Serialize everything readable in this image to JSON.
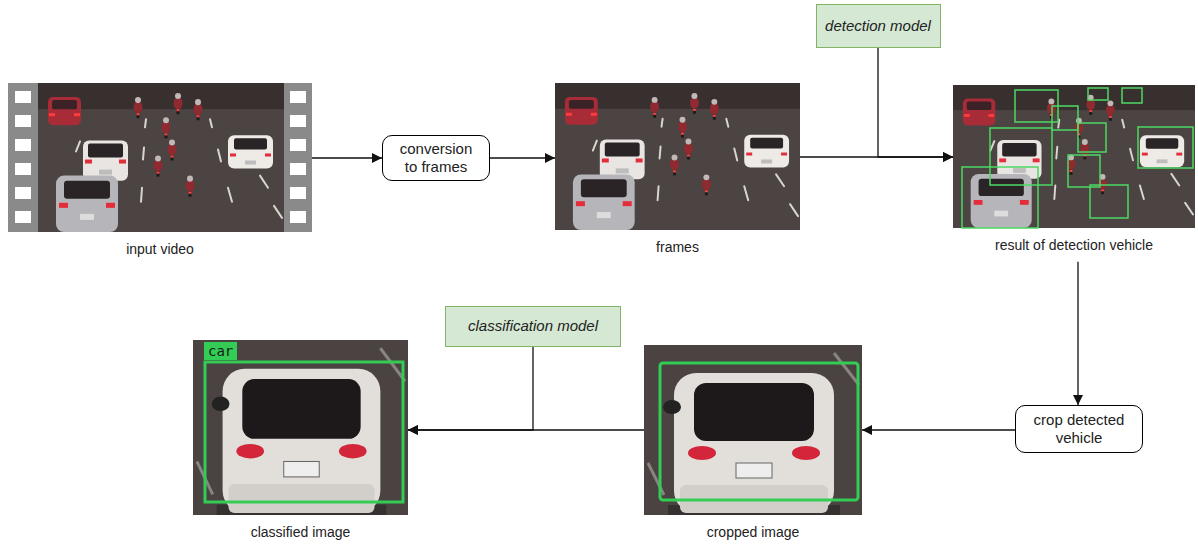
{
  "diagram": {
    "nodes": [
      {
        "text": [
          "input video"
        ]
      },
      {
        "text": [
          "conversion to frames"
        ]
      },
      {
        "text": [
          "frames"
        ]
      },
      {
        "text": [
          "detection model"
        ]
      },
      {
        "text": [
          "result of detection vehicle"
        ]
      },
      {
        "text": [
          "crop detected vehicle"
        ]
      },
      {
        "text": [
          "cropped image"
        ]
      },
      {
        "text": [
          "classification model"
        ]
      },
      {
        "text": [
          "classified image"
        ]
      }
    ],
    "edges": [
      {
        "from": 0,
        "to": 1,
        "arrow": "to"
      },
      {
        "from": 1,
        "to": 2,
        "arrow": "to"
      },
      {
        "from": 2,
        "to": 4,
        "arrow": "to"
      },
      {
        "from": 3,
        "to": 4,
        "arrow": "to"
      },
      {
        "from": 4,
        "to": 5,
        "arrow": "to"
      },
      {
        "from": 5,
        "to": 6,
        "arrow": "to"
      },
      {
        "from": 6,
        "to": 8,
        "arrow": "to"
      },
      {
        "from": 7,
        "to": 8,
        "arrow": "to"
      }
    ],
    "labels": [
      "car"
    ]
  }
}
